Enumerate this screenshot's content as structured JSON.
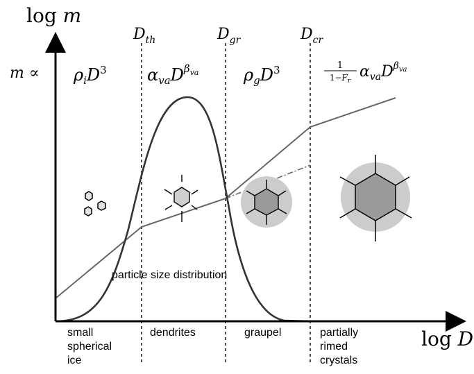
{
  "axes": {
    "y_label": "log m",
    "x_label": "log D",
    "y_prefix": "m ∝"
  },
  "thresholds": [
    "D_th",
    "D_gr",
    "D_cr"
  ],
  "formulas": [
    "ρ_i D^3",
    "α_va D^β_va",
    "ρ_g D^3",
    "1/(1−F_r) α_va D^β_va"
  ],
  "curve_label": "particle size distribution",
  "regimes": [
    [
      "small",
      "spherical",
      "ice"
    ],
    [
      "dendrites"
    ],
    [
      "graupel"
    ],
    [
      "partially",
      "rimed",
      "crystals"
    ]
  ],
  "colors": {
    "axis": "#000000",
    "psd_curve": "#333333",
    "mass_line": "#666666",
    "rime_halo": "#cccccc",
    "crystal_light": "#cfcfcf",
    "crystal_dark": "#9a9a9a"
  }
}
